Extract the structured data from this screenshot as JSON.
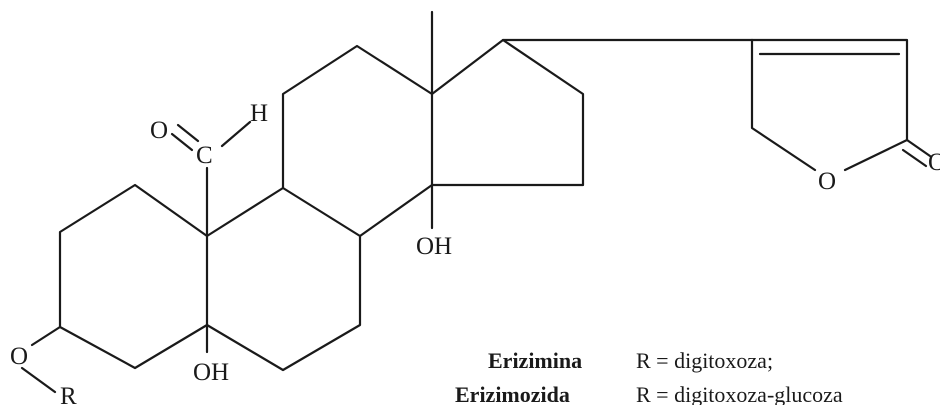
{
  "atoms": {
    "aldehyde_o": "O",
    "aldehyde_c": "C",
    "aldehyde_h": "H",
    "oh_14": "OH",
    "oh_5": "OH",
    "ring_o": "O",
    "lactone_o": "O",
    "ether_o": "O",
    "r_group": "R"
  },
  "legend": [
    {
      "name": "Erizimina",
      "formula": "R = digitoxoza;"
    },
    {
      "name": "Erizimozida",
      "formula": "R = digitoxoza-glucoza"
    }
  ]
}
